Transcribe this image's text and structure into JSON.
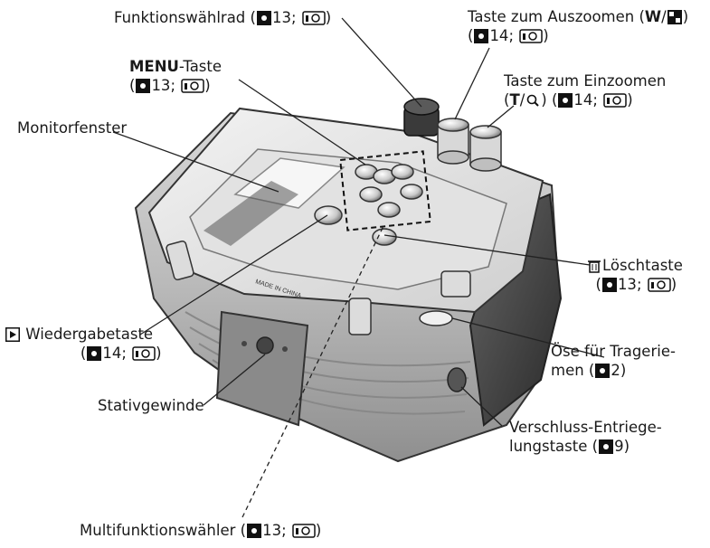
{
  "labels": {
    "funktionswahlrad": {
      "text": "Funktionswählrad (",
      "page": "13"
    },
    "auszoomen": {
      "text1": "Taste zum Auszoomen (",
      "letter": "W",
      "page": "14"
    },
    "menu": {
      "bold": "MENU",
      "text": "-Taste",
      "page": "13"
    },
    "einzoomen": {
      "text1": "Taste zum Einzoomen",
      "letter": "T",
      "page": "14"
    },
    "monitorfenster": {
      "text": "Monitorfenster"
    },
    "loeschtaste": {
      "text": "Löschtaste",
      "page": "13"
    },
    "wiedergabetaste": {
      "text": "Wiedergabetaste",
      "page": "14"
    },
    "oese": {
      "line1": "Öse für Tragerie-",
      "line2": "men (",
      "page": "2"
    },
    "stativgewinde": {
      "text": "Stativgewinde"
    },
    "verschluss": {
      "line1": "Verschluss-Entriege-",
      "line2": "lungstaste (",
      "page": "9"
    },
    "multifunktion": {
      "text": "Multifunktionswähler (",
      "page": "13"
    }
  },
  "housing_text": {
    "made_in": "MADE IN CHINA"
  },
  "icons": [
    "page-reference-icon",
    "camera-manual-icon",
    "zoom-out-thumbnail-icon",
    "zoom-in-magnifier-icon",
    "trash-icon",
    "play-icon"
  ]
}
